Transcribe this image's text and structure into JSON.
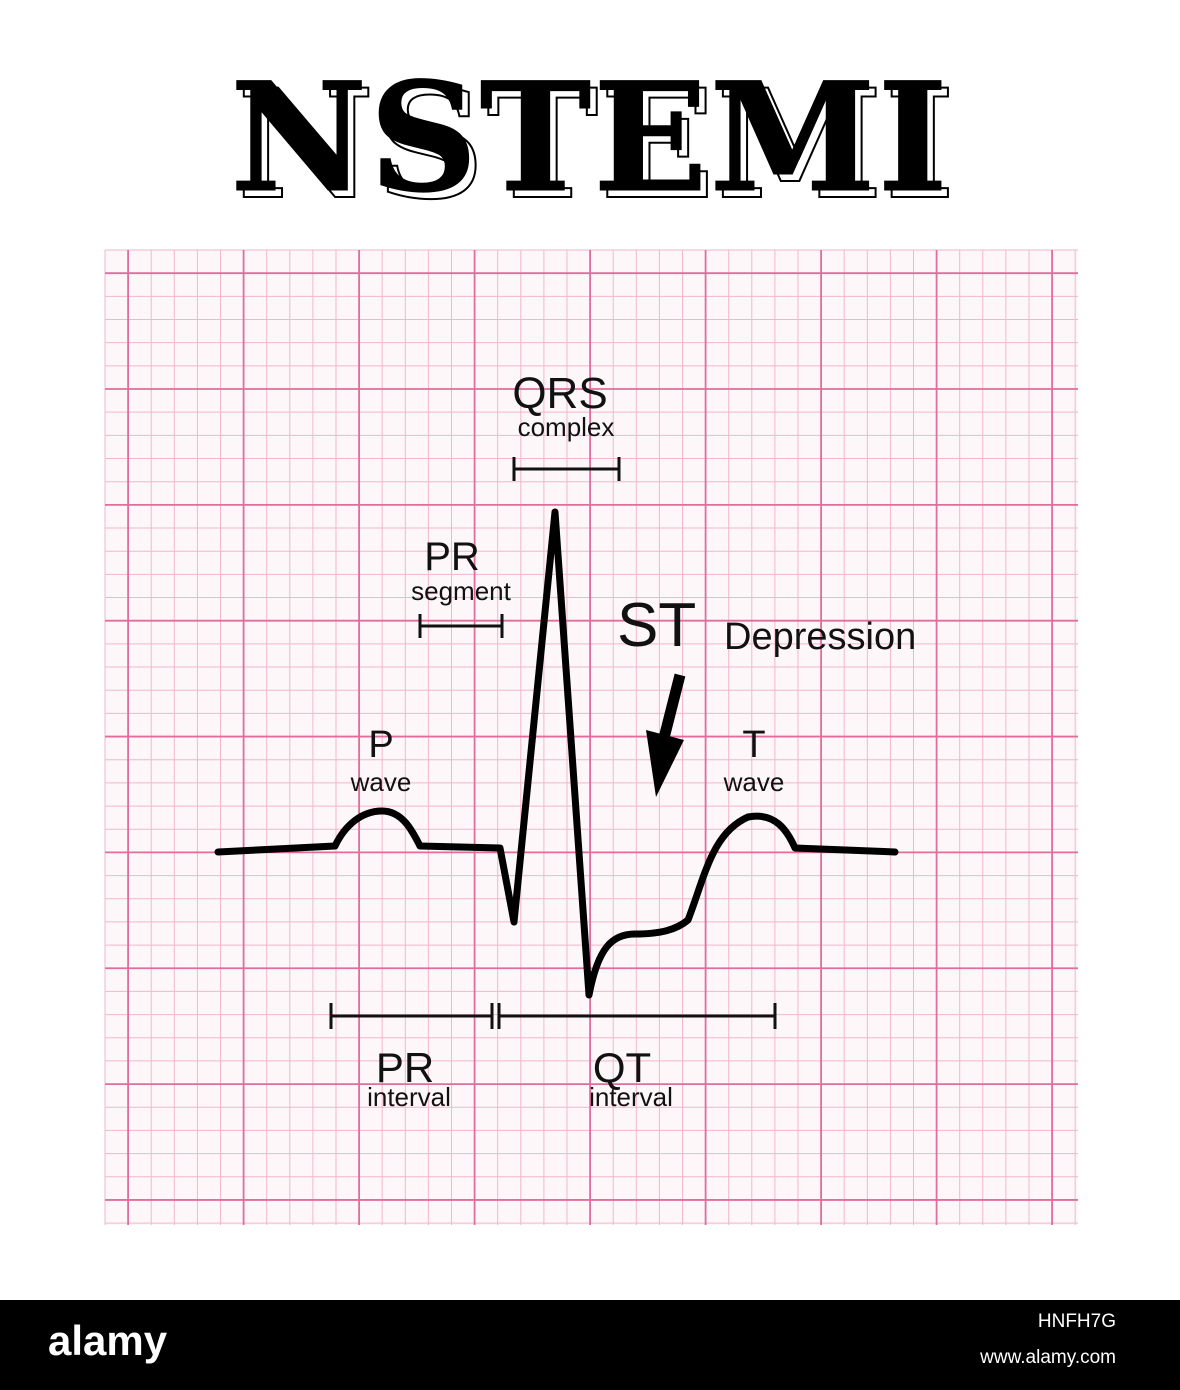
{
  "title": "NSTEMI",
  "colors": {
    "grid_minor": "#f2b6cd",
    "grid_major": "#e06d9b",
    "trace": "#000000",
    "footer_bg": "#000000"
  },
  "labels": {
    "qrs": "QRS",
    "qrs_sub": "complex",
    "pr_segment": "PR",
    "pr_segment_sub": "segment",
    "st": "ST",
    "st_sub": "Depression",
    "p_wave": "P",
    "p_wave_sub": "wave",
    "t_wave": "T",
    "t_wave_sub": "wave",
    "pr_interval": "PR",
    "pr_interval_sub": "interval",
    "qt_interval": "QT",
    "qt_interval_sub": "interval"
  },
  "footer": {
    "brand": "alamy",
    "image_id": "HNFH7G",
    "url": "www.alamy.com"
  }
}
